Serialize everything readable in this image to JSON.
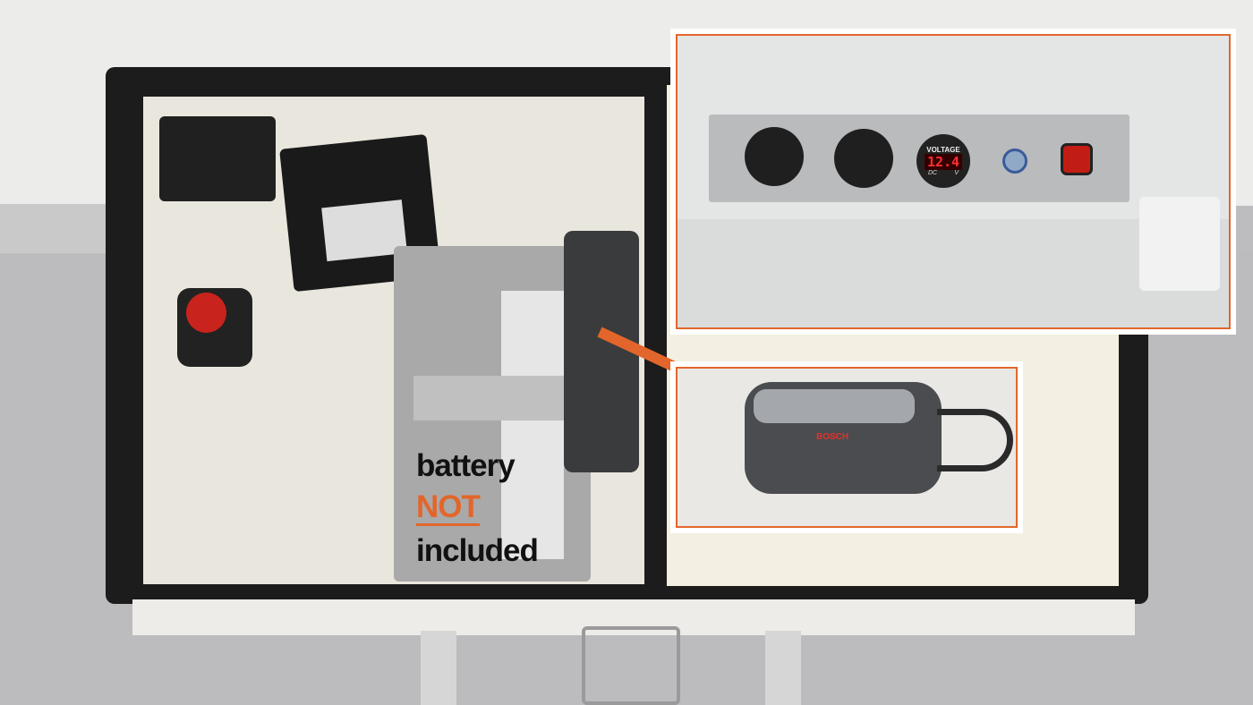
{
  "caption": {
    "line1": "battery",
    "line2": "NOT",
    "line3": "included",
    "accent": "#e2662b"
  },
  "voltmeter": {
    "title": "VOLTAGE",
    "reading": "12.4",
    "left_unit": "DC",
    "right_unit": "V"
  },
  "charger": {
    "brand": "BOSCH"
  },
  "colors": {
    "inset_border": "#e2662b",
    "box_frame": "#1c1c1c"
  }
}
